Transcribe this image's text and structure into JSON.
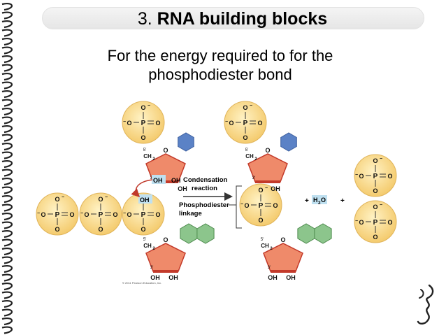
{
  "slide": {
    "title_number": "3.",
    "title_bold": "RNA building blocks",
    "subtitle_line1": "For the energy required to for the",
    "subtitle_line2": "phosphodiester bond"
  },
  "diagram": {
    "phosphate": {
      "o_minus": "O",
      "p": "P",
      "o": "O",
      "minus": "−"
    },
    "carbon_5": "5′",
    "carbon_3": "3′",
    "ch2": "CH",
    "ch2_sub": "2",
    "oh": "OH",
    "o": "O",
    "condensation_label_1": "Condensation",
    "condensation_label_2": "reaction",
    "phosphodiester_label_1": "Phosphodiester",
    "phosphodiester_label_2": "linkage",
    "water_plus": "+",
    "water_h": "H",
    "water_2": "2",
    "water_o": "O",
    "plus": "+",
    "copyright": "© 2011 Pearson Education, Inc.",
    "colors": {
      "phosphate": "#f7d58a",
      "sugar": "#ef8a6a",
      "sugar_edge": "#c33a2a",
      "purine": "#8cc58c",
      "pyrimidine": "#5b82c6",
      "oh_box": "#bfe0f0",
      "arrow": "#c0392b"
    }
  }
}
